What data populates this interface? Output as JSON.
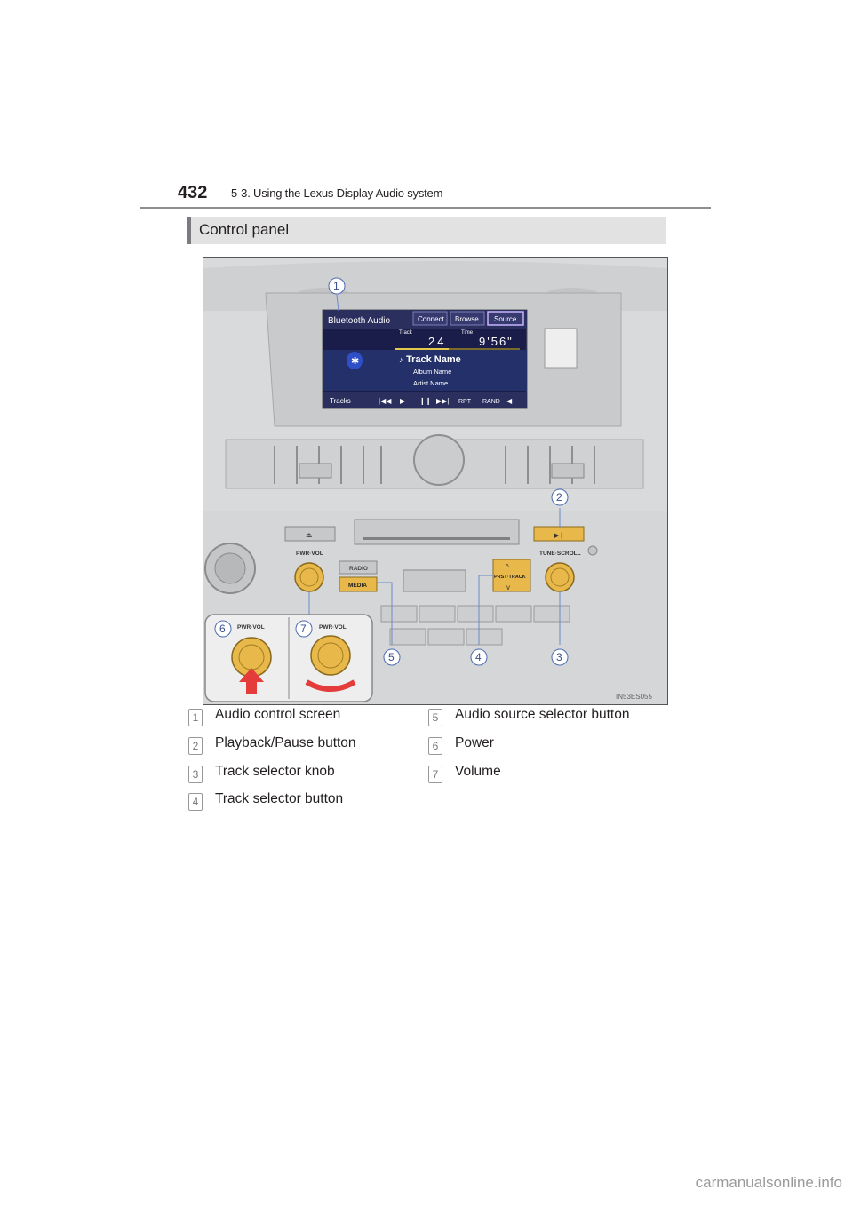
{
  "header": {
    "page_number": "432",
    "chapter": "5-3. Using the Lexus Display Audio system"
  },
  "section": {
    "title": "Control panel"
  },
  "screen": {
    "title": "Bluetooth Audio",
    "tabs": [
      "Connect",
      "Browse",
      "Source"
    ],
    "track_label": "Track",
    "time_label": "Time",
    "track_value": "24",
    "time_value": "9'56\"",
    "track_name": "Track Name",
    "album_name": "Album Name",
    "artist_name": "Artist Name",
    "bottom_buttons": {
      "tracks": "Tracks",
      "rpt": "RPT",
      "rand": "RAND"
    }
  },
  "panel_labels": {
    "pwr_vol": "PWR·VOL",
    "tune_scroll": "TUNE·SCROLL",
    "radio": "RADIO",
    "media": "MEDIA",
    "prst_track": "PRST·TRACK",
    "inset_left": "PWR·VOL",
    "inset_right": "PWR·VOL"
  },
  "callouts": [
    "1",
    "2",
    "3",
    "4",
    "5",
    "6",
    "7"
  ],
  "figure_code": "IN53ES055",
  "legend": [
    {
      "num": "1",
      "label": "Audio control screen"
    },
    {
      "num": "2",
      "label": "Playback/Pause button"
    },
    {
      "num": "3",
      "label": "Track selector knob"
    },
    {
      "num": "4",
      "label": "Track selector button"
    },
    {
      "num": "5",
      "label": "Audio source selector button"
    },
    {
      "num": "6",
      "label": "Power"
    },
    {
      "num": "7",
      "label": "Volume"
    }
  ],
  "watermark": "carmanualsonline.info"
}
